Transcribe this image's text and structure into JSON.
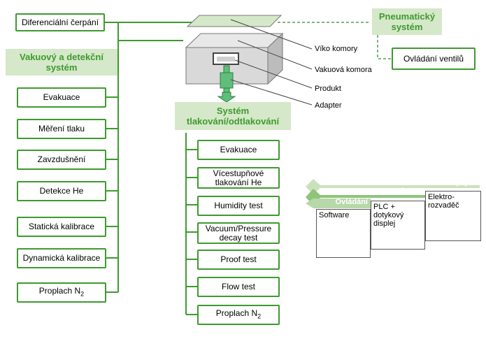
{
  "left": {
    "top_box": "Diferenciální čerpání",
    "header": "Vakuový a detekční systém",
    "items": [
      "Evakuace",
      "Měření tlaku",
      "Zavzdušnění",
      "Detekce He",
      "Statická kalibrace",
      "Dynamická kalibrace"
    ],
    "flush": {
      "text": "Proplach N",
      "sub": "2"
    }
  },
  "chamber": {
    "labels": [
      "Víko komory",
      "Vakuová komora",
      "Produkt",
      "Adapter"
    ]
  },
  "pneumatic": {
    "header": "Pneumatický systém",
    "valve_box": "Ovládání ventilů"
  },
  "pressure": {
    "header": "Systém tlakování/odtlakování",
    "items": [
      "Evakuace",
      "Vícestupňové tlakování He",
      "Humidity test",
      "Vacuum/Pressure decay test",
      "Proof test",
      "Flow test"
    ],
    "flush": {
      "text": "Proplach N",
      "sub": "2"
    }
  },
  "control": {
    "bands": [
      "Napájení",
      "Řízení",
      "Ovládání"
    ],
    "boxes": [
      "Software",
      "PLC + dotykový displej",
      "Elektro-rozvaděč"
    ]
  },
  "colors": {
    "green": "#3e9a2f",
    "light_green": "#d5e8c9",
    "band_green": "#c9e2bb"
  }
}
